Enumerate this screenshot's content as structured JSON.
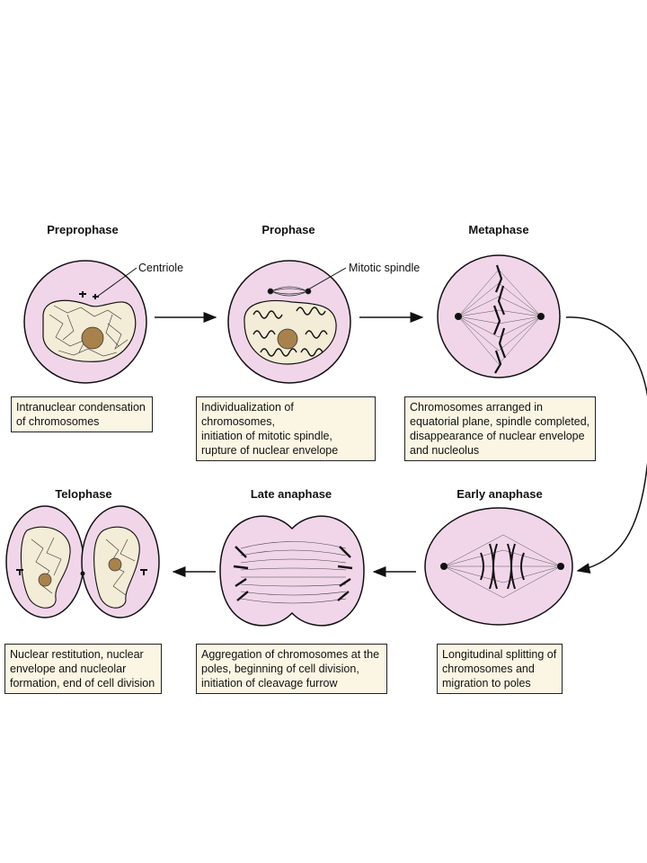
{
  "stages": [
    {
      "title": "Preprophase",
      "description": "Intranuclear condensation\nof chromosomes"
    },
    {
      "title": "Prophase",
      "description": "Individualization of chromosomes,\ninitiation of mitotic spindle,\nrupture of nuclear envelope"
    },
    {
      "title": "Metaphase",
      "description": "Chromosomes arranged in\nequatorial plane, spindle completed,\ndisappearance of nuclear envelope\nand nucleolus"
    },
    {
      "title": "Early anaphase",
      "description": "Longitudinal splitting of\nchromosomes and\nmigration to poles"
    },
    {
      "title": "Late anaphase",
      "description": "Aggregation of chromosomes at the\npoles, beginning of cell division,\ninitiation of cleavage furrow"
    },
    {
      "title": "Telophase",
      "description": "Nuclear restitution, nuclear\nenvelope and nucleolar\nformation, end of cell division"
    }
  ],
  "callouts": {
    "centriole": "Centriole",
    "mitotic_spindle": "Mitotic spindle"
  },
  "colors": {
    "cell_fill": "#f1d6ea",
    "nucleus_fill": "#f3ecd6",
    "nucleolus_fill": "#a8824a",
    "box_fill": "#fbf6e3"
  }
}
